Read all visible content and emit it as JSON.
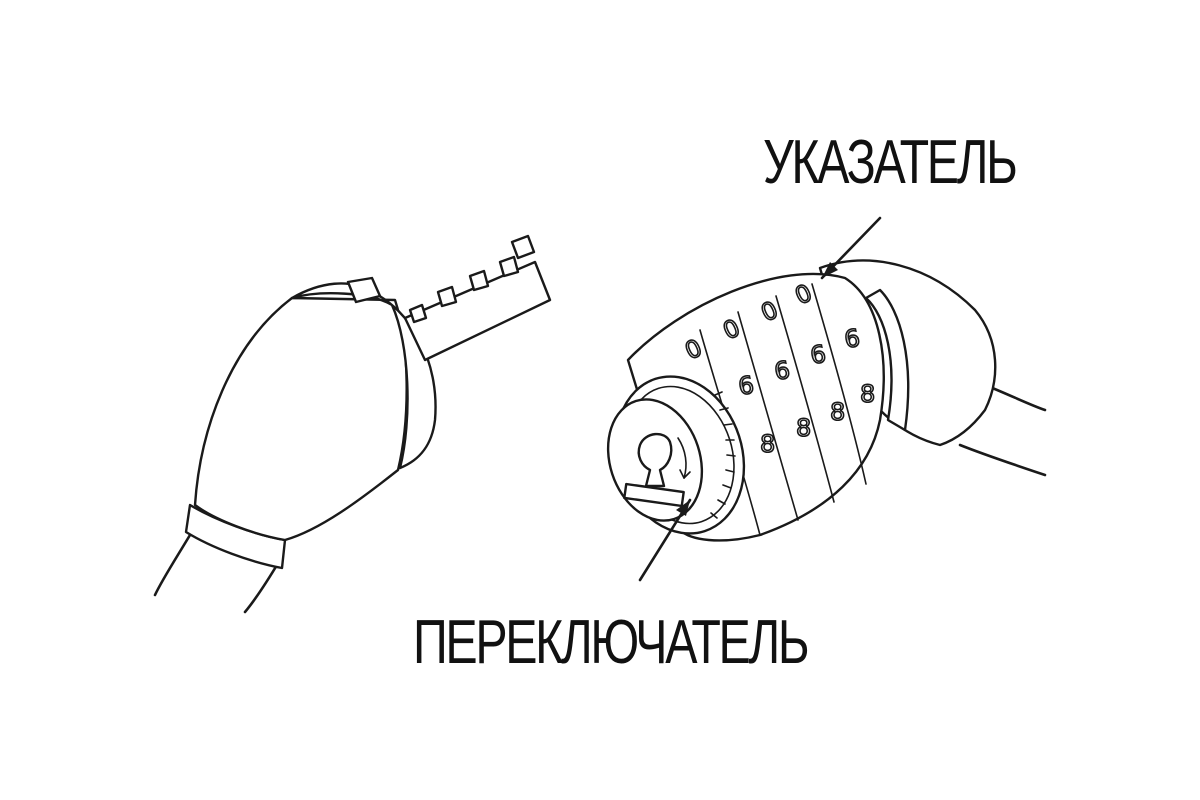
{
  "labels": {
    "pointer": "УКАЗАТЕЛЬ",
    "switch": "ПЕРЕКЛЮЧАТЕЛЬ"
  },
  "dial_digits": [
    "0",
    "6",
    "8"
  ],
  "colors": {
    "line": "#1a1a1a",
    "background": "#ffffff"
  }
}
